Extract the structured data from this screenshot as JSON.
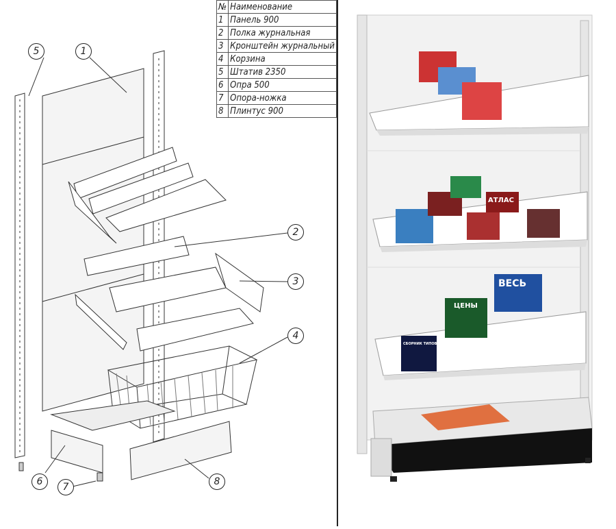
{
  "legend": {
    "header": {
      "number": "№",
      "name": "Наименование"
    },
    "rows": [
      {
        "number": "1",
        "name": "Панель 900"
      },
      {
        "number": "2",
        "name": "Полка журнальная"
      },
      {
        "number": "3",
        "name": "Кронштейн журнальный"
      },
      {
        "number": "4",
        "name": "Корзина"
      },
      {
        "number": "5",
        "name": "Штатив 2350"
      },
      {
        "number": "6",
        "name": "Опра 500"
      },
      {
        "number": "7",
        "name": "Опора-ножка"
      },
      {
        "number": "8",
        "name": "Плинтус 900"
      }
    ]
  },
  "callouts": [
    "5",
    "1",
    "2",
    "3",
    "4",
    "6",
    "7",
    "8"
  ],
  "magazines": {
    "ves": "ВЕСЬ",
    "ceny": "ЦЕНЫ",
    "atlas": "АТЛАС",
    "sbornik": "СБОРНИК ТИПОВЫХ ДОГОВОРОВ"
  }
}
